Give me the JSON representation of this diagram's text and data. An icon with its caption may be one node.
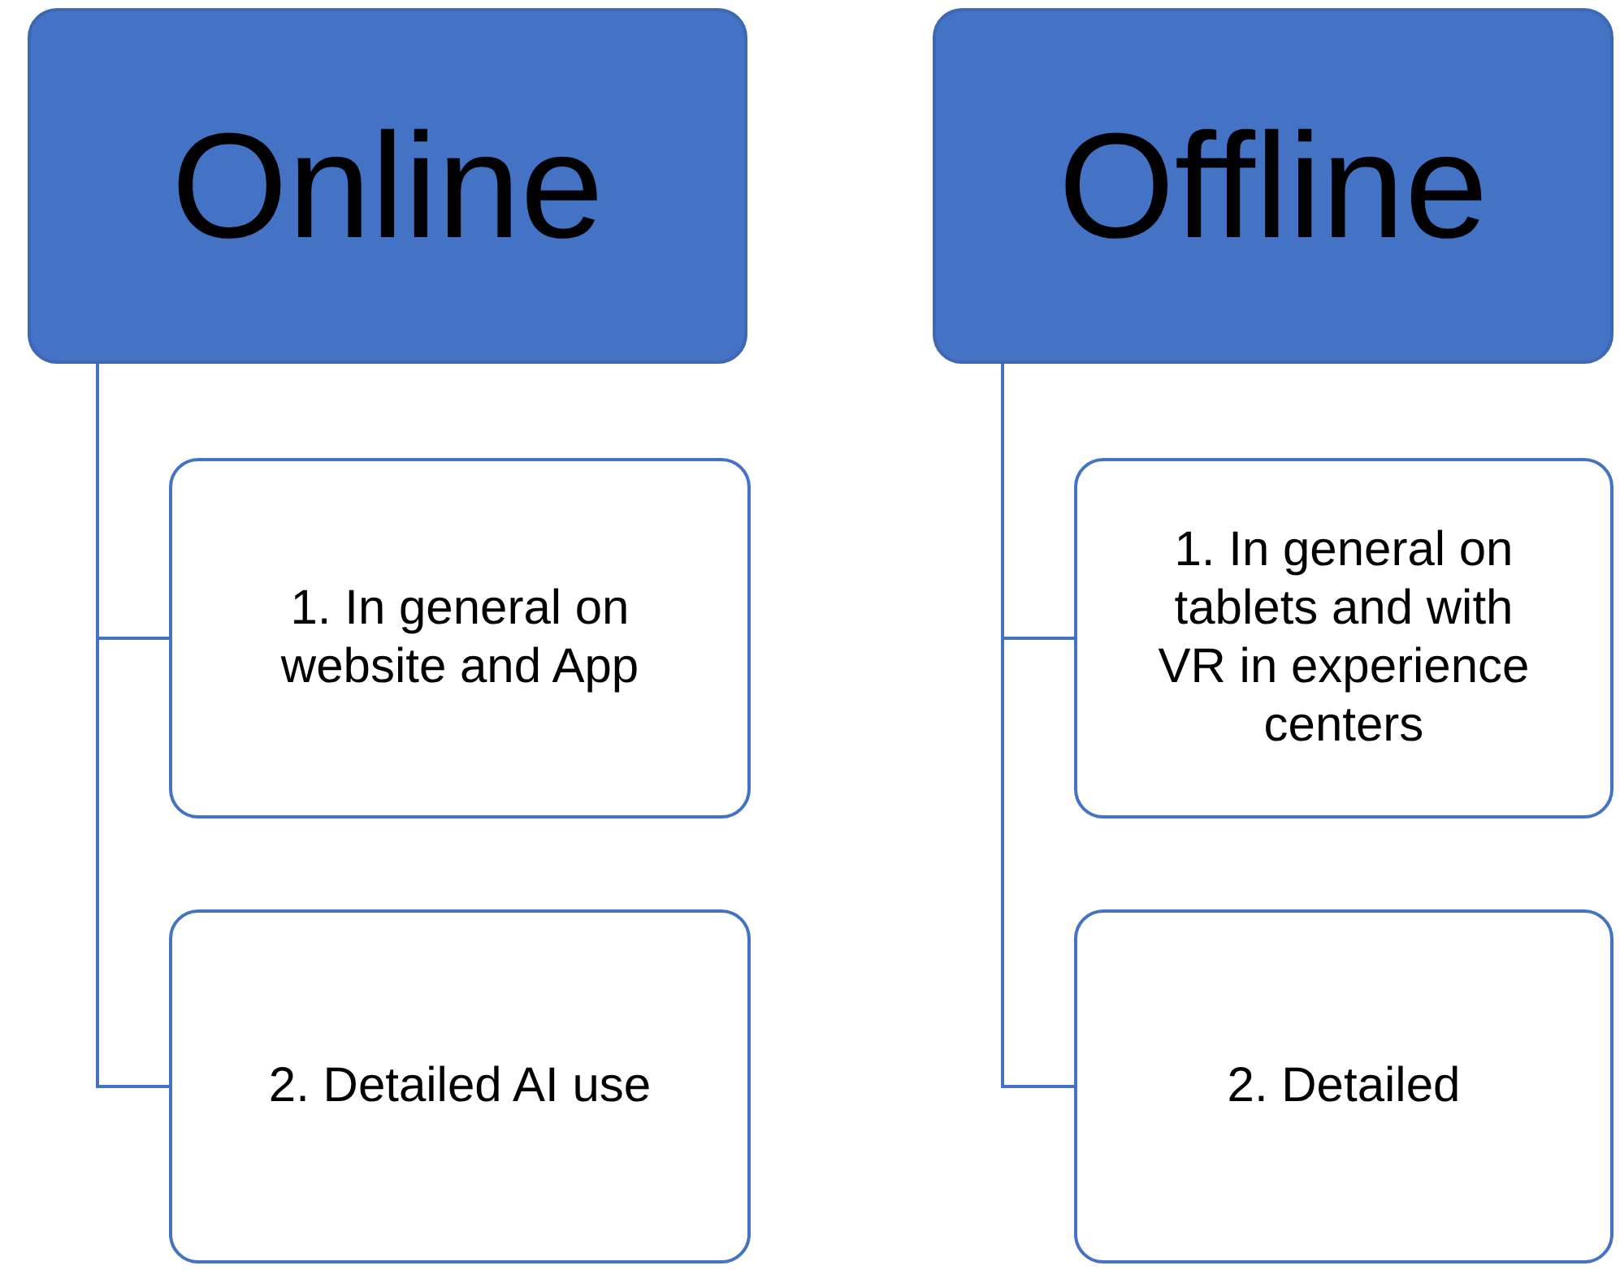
{
  "diagram": {
    "nodes": [
      {
        "text": [
          "Online"
        ]
      },
      {
        "text": [
          "1. In general on website and App"
        ]
      },
      {
        "text": [
          "2. Detailed AI use"
        ]
      },
      {
        "text": [
          "Offline"
        ]
      },
      {
        "text": [
          "1. In general on tablets and with VR in experience centers"
        ]
      },
      {
        "text": [
          "2. Detailed"
        ]
      }
    ],
    "edges": [
      {
        "from": 0,
        "to": 1,
        "arrow": "none"
      },
      {
        "from": 0,
        "to": 2,
        "arrow": "none"
      },
      {
        "from": 3,
        "to": 4,
        "arrow": "none"
      },
      {
        "from": 3,
        "to": 5,
        "arrow": "none"
      }
    ]
  }
}
